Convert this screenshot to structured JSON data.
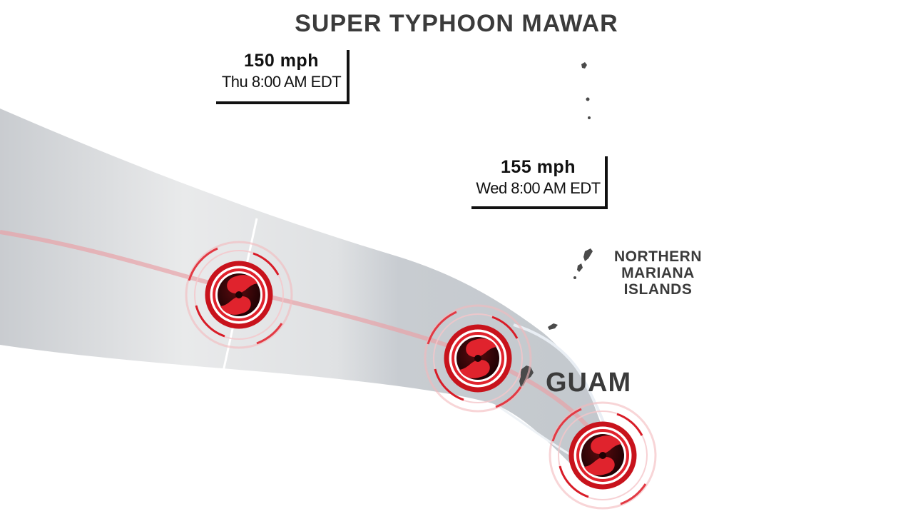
{
  "title": "SUPER TYPHOON MAWAR",
  "forecast_labels": [
    {
      "speed": "150 mph",
      "time": "Thu 8:00 AM EDT"
    },
    {
      "speed": "155 mph",
      "time": "Wed 8:00 AM EDT"
    }
  ],
  "places": {
    "northern_mariana_islands": [
      "NORTHERN",
      "MARIANA",
      "ISLANDS"
    ],
    "guam": "GUAM"
  },
  "colors": {
    "cone_fill": "#d3d6da",
    "track": "#e8a3a8",
    "storm_red": "#d6161f",
    "storm_dark": "#3a0407",
    "land": "#4a4a4a",
    "text": "#3b3b3b"
  },
  "icons": [
    "typhoon-symbol-icon"
  ]
}
